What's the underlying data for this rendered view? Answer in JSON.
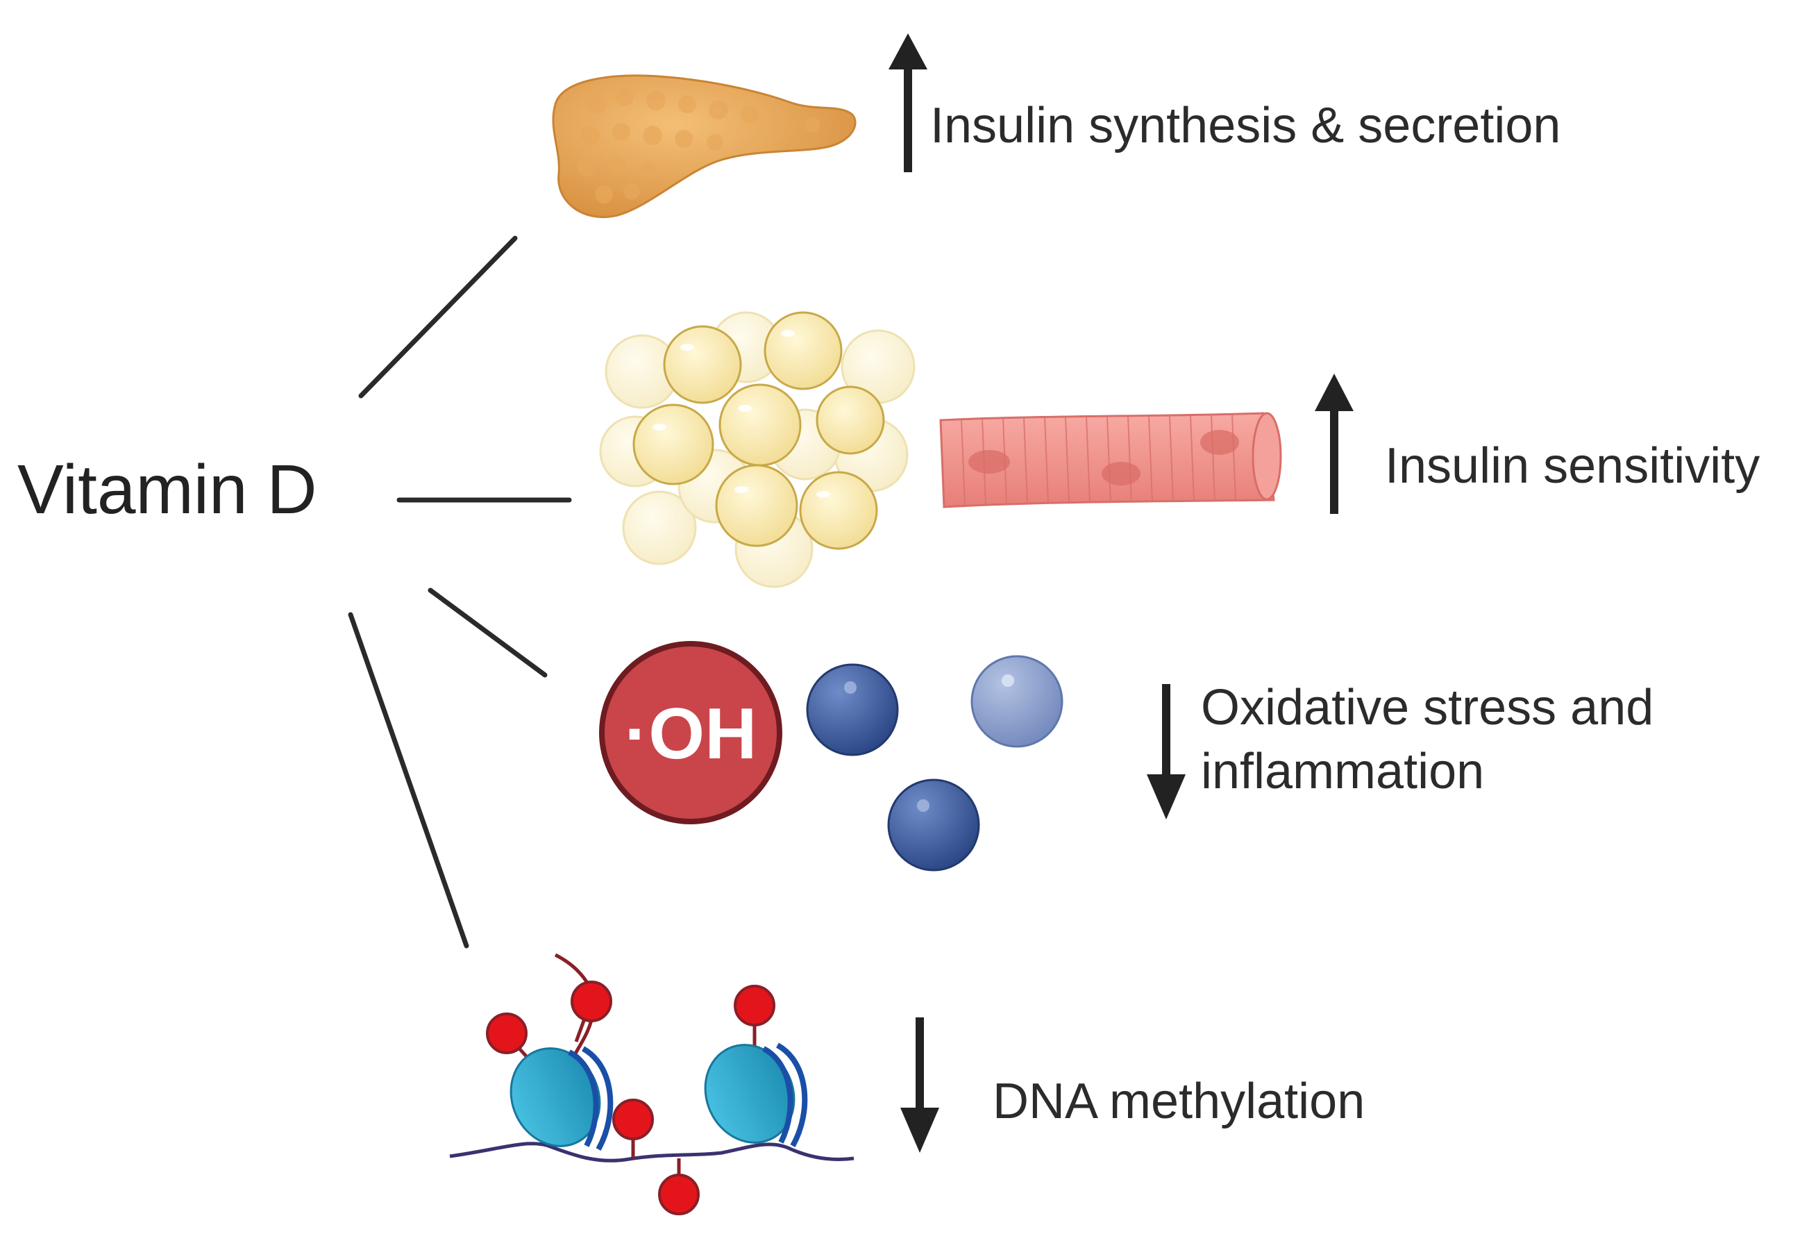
{
  "title": "Vitamin D",
  "effects": {
    "pancreas": {
      "label": "Insulin synthesis & secretion",
      "direction": "up",
      "icon": "pancreas-icon"
    },
    "sensitivity": {
      "label": "Insulin sensitivity",
      "direction": "up",
      "icons": [
        "adipocytes-icon",
        "muscle-fiber-icon"
      ]
    },
    "oxidative": {
      "label_line1": "Oxidative stress and",
      "label_line2": "inflammation",
      "direction": "down",
      "radical_text": "·OH",
      "icon": "free-radicals-icon"
    },
    "methylation": {
      "label": "DNA methylation",
      "direction": "down",
      "icon": "nucleosome-icon"
    }
  },
  "colors": {
    "connector": "#2a2a2a",
    "pancreas": "#e3a254",
    "adipocyte": "#f7e6a6",
    "muscle": "#f0918a",
    "radical": "#c9454a",
    "molecule": "#3b5a9a",
    "histone": "#2fa6c9",
    "methyl": "#e3151b"
  }
}
